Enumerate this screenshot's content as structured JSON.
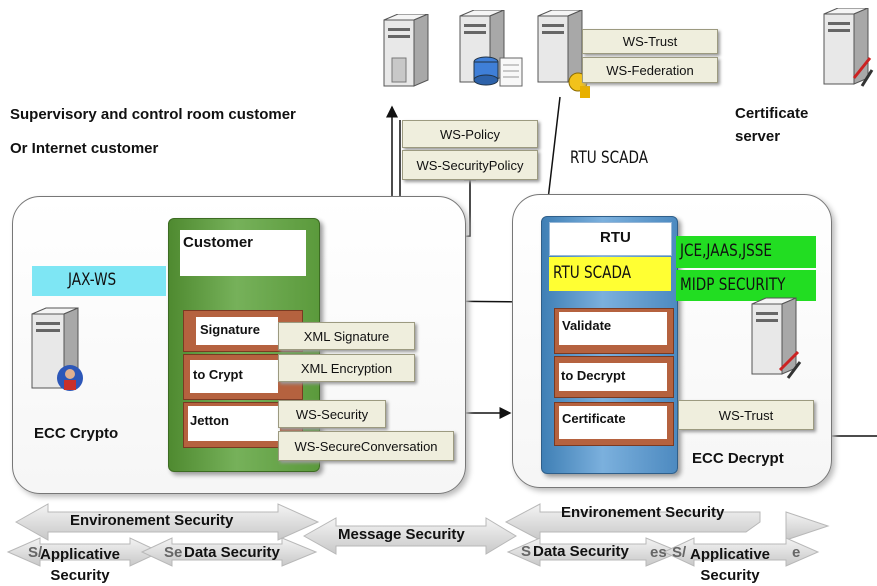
{
  "labels": {
    "supervisory": "Supervisory and control room customer",
    "internet": "Or Internet customer",
    "rtu_scada_caption": "RTU SCADA",
    "certificate_server": "Certificate\nserver",
    "ecc_crypto": "ECC Crypto",
    "ecc_decrypt": "ECC Decrypt"
  },
  "top_tags": {
    "ws_trust": "WS-Trust",
    "ws_federation": "WS-Federation",
    "ws_policy": "WS-Policy",
    "ws_security_policy": "WS-SecurityPolicy"
  },
  "customer": {
    "title": "Customer",
    "jax_ws": "JAX-WS",
    "slots": [
      "Signature",
      "to Crypt",
      "Jetton"
    ],
    "tags": [
      "XML Signature",
      "XML Encryption",
      "WS-Security",
      "WS-SecureConversation"
    ]
  },
  "rtu": {
    "title": "RTU",
    "scada": "RTU SCADA",
    "green1": "JCE,JAAS,JSSE",
    "green2": "MIDP SECURITY",
    "slots": [
      "Validate",
      "to Decrypt",
      "Certificate"
    ],
    "ws_trust": "WS-Trust"
  },
  "bottom": {
    "env_left": "Environement Security",
    "message": "Message Security",
    "env_right": "Environement Security",
    "app_left": "Applicative\nSecurity",
    "data_left": "Data Security",
    "data_right": "Data Security",
    "app_right": "Applicative\nSecurity",
    "frag_s1": "S/",
    "frag_se": "Se",
    "frag_s2": "S",
    "frag_es": "es",
    "frag_s3": "S/",
    "frag_e": "e"
  },
  "colors": {
    "jax_ws_bg": "#7ee6f4",
    "rtu_scada_bg": "#ffff33",
    "green_bg": "#22dd22",
    "customer_box": "#5e9b3f",
    "rtu_box": "#5f98c8",
    "slot": "#b5623f"
  },
  "icons": [
    "server-icon",
    "database-server-icon",
    "certificate-server-icon",
    "user-server-icon"
  ]
}
